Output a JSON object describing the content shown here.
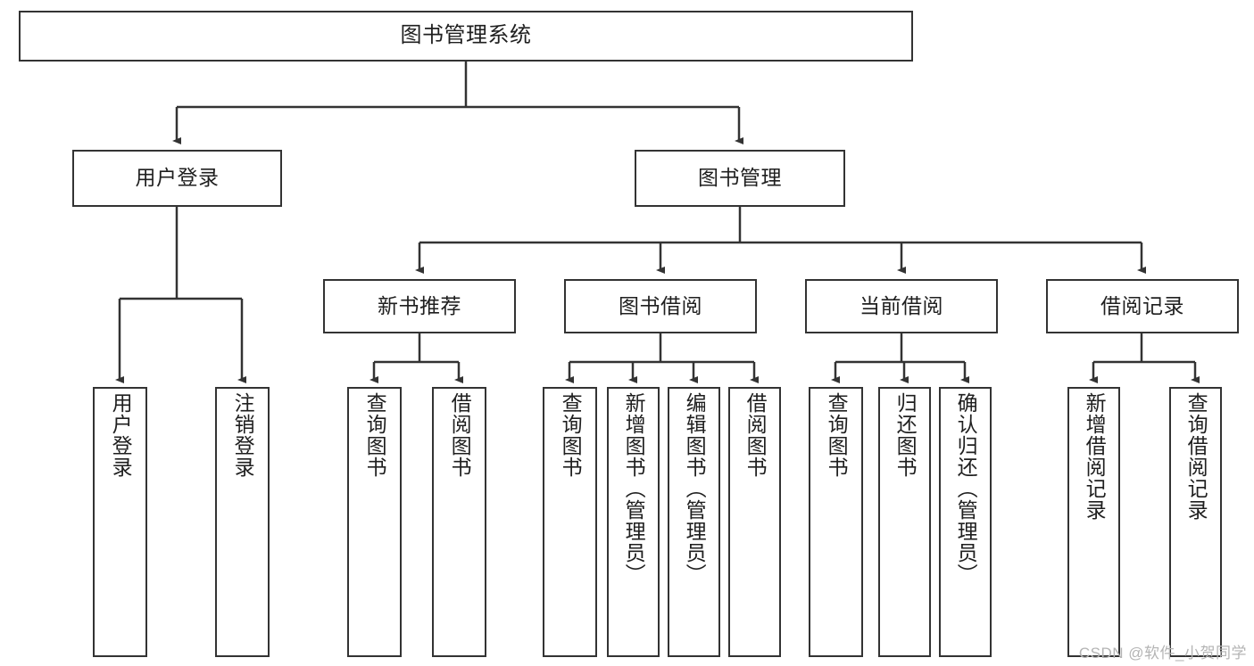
{
  "diagram": {
    "type": "tree-hierarchy-functional-decomposition",
    "root": {
      "label": "图书管理系统"
    },
    "level2": [
      {
        "label": "用户登录"
      },
      {
        "label": "图书管理"
      }
    ],
    "level3": [
      {
        "label": "新书推荐"
      },
      {
        "label": "图书借阅"
      },
      {
        "label": "当前借阅"
      },
      {
        "label": "借阅记录"
      }
    ],
    "leaves": {
      "user_login": [
        {
          "label": "用户登录"
        },
        {
          "label": "注销登录"
        }
      ],
      "new_book_recommend": [
        {
          "label": "查询图书"
        },
        {
          "label": "借阅图书"
        }
      ],
      "book_borrow": [
        {
          "label": "查询图书"
        },
        {
          "label": "新增图书（管理员）"
        },
        {
          "label": "编辑图书（管理员）"
        },
        {
          "label": "借阅图书"
        }
      ],
      "current_borrow": [
        {
          "label": "查询图书"
        },
        {
          "label": "归还图书"
        },
        {
          "label": "确认归还（管理员）"
        }
      ],
      "borrow_record": [
        {
          "label": "新增借阅记录"
        },
        {
          "label": "查询借阅记录"
        }
      ]
    }
  },
  "watermark": {
    "text": "CSDN @软件_小贺同学"
  },
  "colors": {
    "box_border": "#333333",
    "box_fill": "#ffffff",
    "edge": "#333333",
    "text": "#1f1f1f",
    "watermark": "#b4b4b4"
  }
}
